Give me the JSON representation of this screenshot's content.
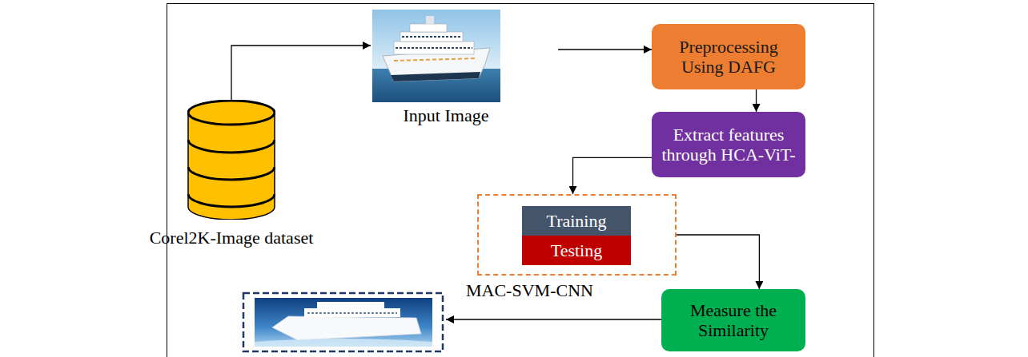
{
  "diagram": {
    "nodes": [
      {
        "text": [
          "Corel2K-Image dataset"
        ]
      },
      {
        "text": [
          "Input Image"
        ]
      },
      {
        "text": [
          "Preprocessing Using DAFG"
        ]
      },
      {
        "text": [
          "Extract features through HCA-ViT-"
        ]
      },
      {
        "text": [
          "MAC-SVM-CNN"
        ]
      },
      {
        "text": [
          "Training"
        ],
        "in": 4
      },
      {
        "text": [
          "Testing"
        ],
        "in": 4
      },
      {
        "text": [
          "Measure the Similarity"
        ]
      }
    ],
    "edges": [
      {
        "from": 0,
        "to": 1,
        "arrow": "to"
      },
      {
        "from": 1,
        "to": 2,
        "arrow": "to"
      },
      {
        "from": 2,
        "to": 3,
        "arrow": "to"
      },
      {
        "from": 3,
        "to": 4,
        "arrow": "to"
      },
      {
        "from": 4,
        "to": 7,
        "arrow": "to"
      }
    ]
  }
}
